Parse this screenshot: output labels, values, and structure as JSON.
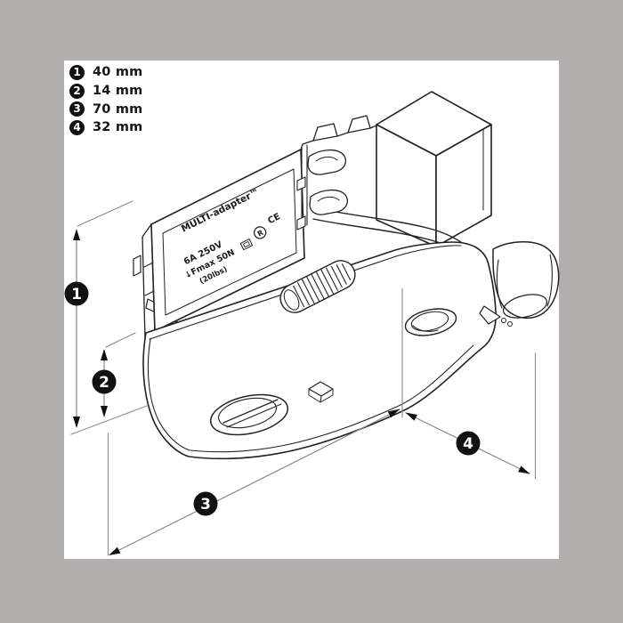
{
  "colors": {
    "background": "#b2aeae",
    "panel": "#ffffff",
    "line": "#222222",
    "dimension_line": "#8a8a8a",
    "marker_fill": "#111111",
    "marker_text": "#ffffff"
  },
  "legend": {
    "items": [
      {
        "num": "1",
        "value": "40 mm"
      },
      {
        "num": "2",
        "value": "14 mm"
      },
      {
        "num": "3",
        "value": "70 mm"
      },
      {
        "num": "4",
        "value": "32 mm"
      }
    ]
  },
  "device_label": {
    "product_name": "MULTI-adapter™",
    "rating_line": "6A 250V",
    "force_line": "↓Fmax 50N",
    "force_sub": "(20lbs)",
    "cert_r": "R",
    "cert_ce": "CE"
  },
  "markers": {
    "d1": "1",
    "d2": "2",
    "d3": "3",
    "d4": "4"
  }
}
